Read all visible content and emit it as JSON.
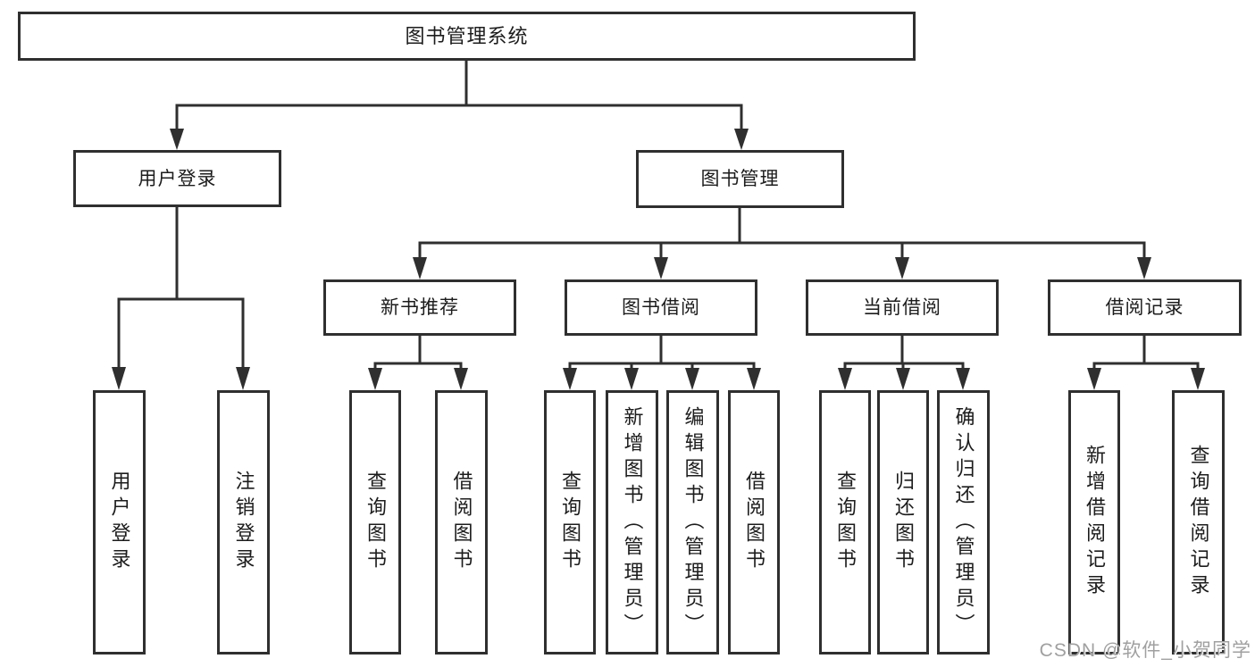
{
  "diagram": {
    "title": "图书管理系统",
    "root": {
      "label": "图书管理系统"
    },
    "branches": [
      {
        "label": "用户登录",
        "children": [
          {
            "label": "用户登录"
          },
          {
            "label": "注销登录"
          }
        ]
      },
      {
        "label": "图书管理",
        "children": [
          {
            "label": "新书推荐",
            "children": [
              {
                "label": "查询图书"
              },
              {
                "label": "借阅图书"
              }
            ]
          },
          {
            "label": "图书借阅",
            "children": [
              {
                "label": "查询图书"
              },
              {
                "label": "新增图书（管理员）"
              },
              {
                "label": "编辑图书（管理员）"
              },
              {
                "label": "借阅图书"
              }
            ]
          },
          {
            "label": "当前借阅",
            "children": [
              {
                "label": "查询图书"
              },
              {
                "label": "归还图书"
              },
              {
                "label": "确认归还（管理员）"
              }
            ]
          },
          {
            "label": "借阅记录",
            "children": [
              {
                "label": "新增借阅记录"
              },
              {
                "label": "查询借阅记录"
              }
            ]
          }
        ]
      }
    ]
  },
  "watermark": {
    "text": "CSDN @软件_小贺同学"
  },
  "colors": {
    "line": "#2f2f2f",
    "text": "#1c1c1c",
    "background": "#ffffff",
    "watermark": "#a0a0a0"
  }
}
